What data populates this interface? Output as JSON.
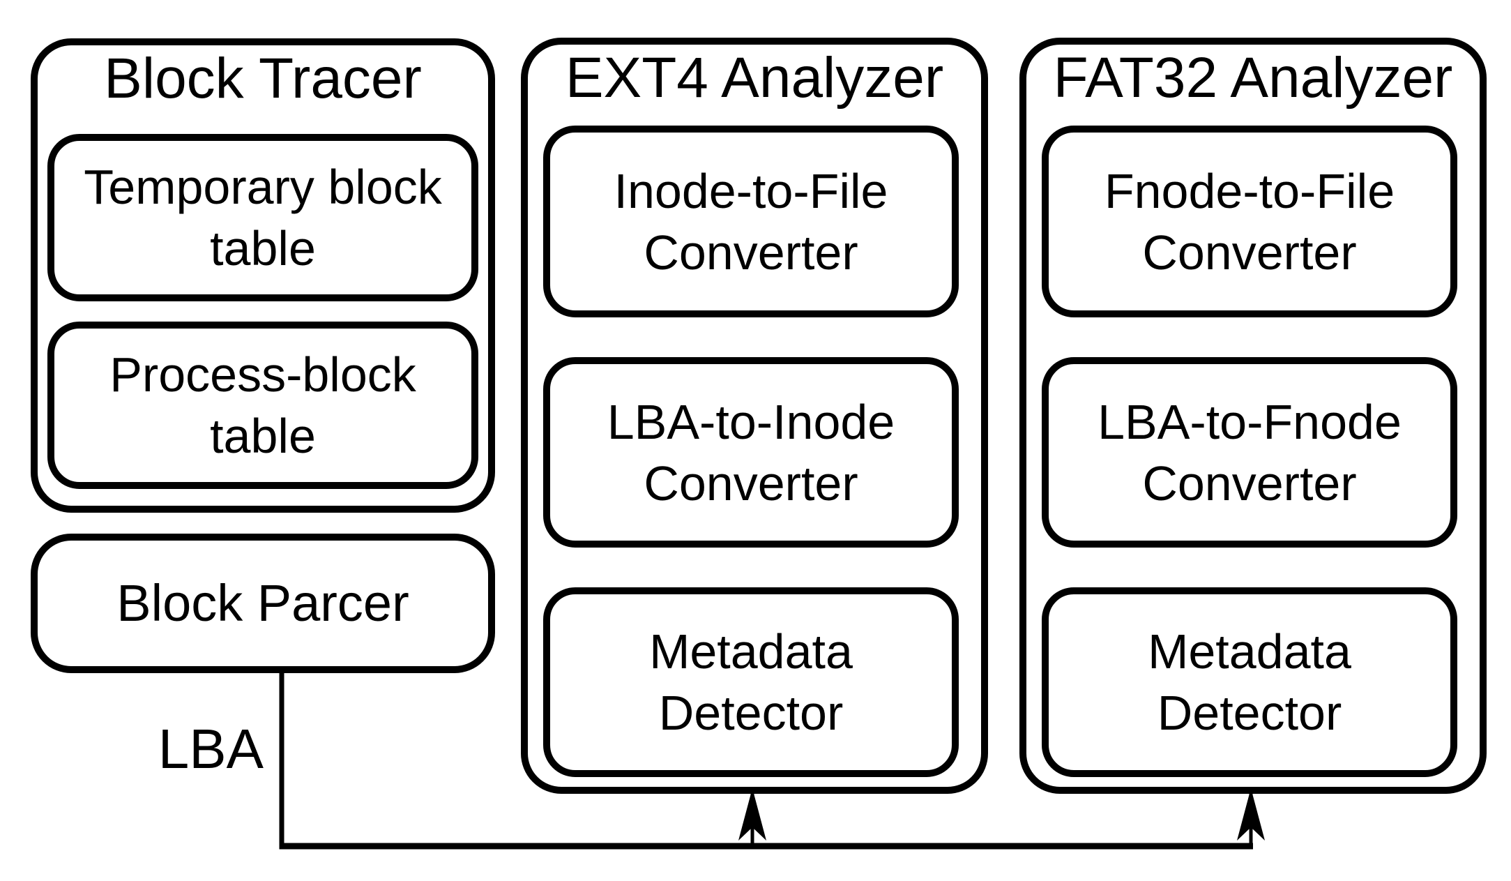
{
  "colors": {
    "ink": "#000000",
    "background": "#ffffff"
  },
  "block_tracer": {
    "title": "Block Tracer",
    "boxes": [
      {
        "lines": [
          "Temporary block",
          "table"
        ]
      },
      {
        "lines": [
          "Process-block",
          "table"
        ]
      }
    ]
  },
  "block_parcer": {
    "label": "Block Parcer"
  },
  "connector": {
    "lba_label": "LBA"
  },
  "ext4": {
    "title": "EXT4 Analyzer",
    "boxes": [
      {
        "lines": [
          "Inode-to-File",
          "Converter"
        ]
      },
      {
        "lines": [
          "LBA-to-Inode",
          "Converter"
        ]
      },
      {
        "lines": [
          "Metadata",
          "Detector"
        ]
      }
    ]
  },
  "fat32": {
    "title": "FAT32 Analyzer",
    "boxes": [
      {
        "lines": [
          "Fnode-to-File",
          "Converter"
        ]
      },
      {
        "lines": [
          "LBA-to-Fnode",
          "Converter"
        ]
      },
      {
        "lines": [
          "Metadata",
          "Detector"
        ]
      }
    ]
  }
}
